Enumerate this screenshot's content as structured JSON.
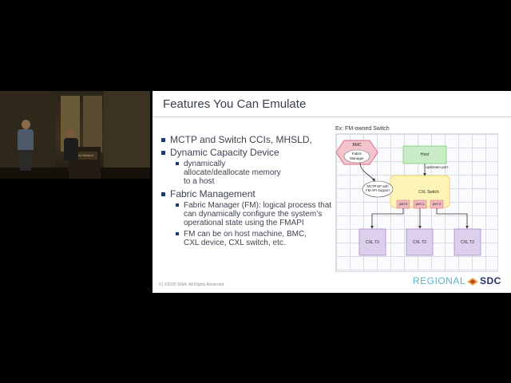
{
  "camera": {
    "podium_sign": "Ben Mission"
  },
  "slide": {
    "title": "Features You Can Emulate",
    "bullets": [
      {
        "text": "MCTP and Switch CCIs, MHSLD,",
        "sub": []
      },
      {
        "text": "Dynamic Capacity Device",
        "sub": [
          "dynamically allocate/deallocate memory to a host"
        ]
      },
      {
        "text": "Fabric Management",
        "sub": [
          "Fabric Manager (FM): logical process that can dynamically configure the system’s operational state using the FMAPI",
          "FM can be on host machine, BMC, CXL device, CXL switch, etc."
        ]
      }
    ],
    "footer": "5 | ©2025 SNIA. All Rights Reserved.",
    "logo": {
      "regional": "REGIONAL",
      "sdc": "SDC"
    }
  },
  "diagram": {
    "title": "Ex: FM-owned Switch",
    "bmc": "BMC",
    "fabric_manager": "Fabric Manager",
    "host": "Host",
    "upstream_port": "upstream port",
    "mctp": "MCTP EP with FM API Support",
    "cxl_switch": "CXL Switch",
    "ports": [
      "port 0",
      "port 1",
      "port 2"
    ],
    "devices": [
      "CXL T3",
      "CXL T3",
      "CXL T3"
    ],
    "colors": {
      "bmc": "#f2c4cc",
      "host": "#c9ecc6",
      "switch": "#fdf5b8",
      "port": "#f4b9be",
      "device": "#ddd0ec"
    }
  }
}
